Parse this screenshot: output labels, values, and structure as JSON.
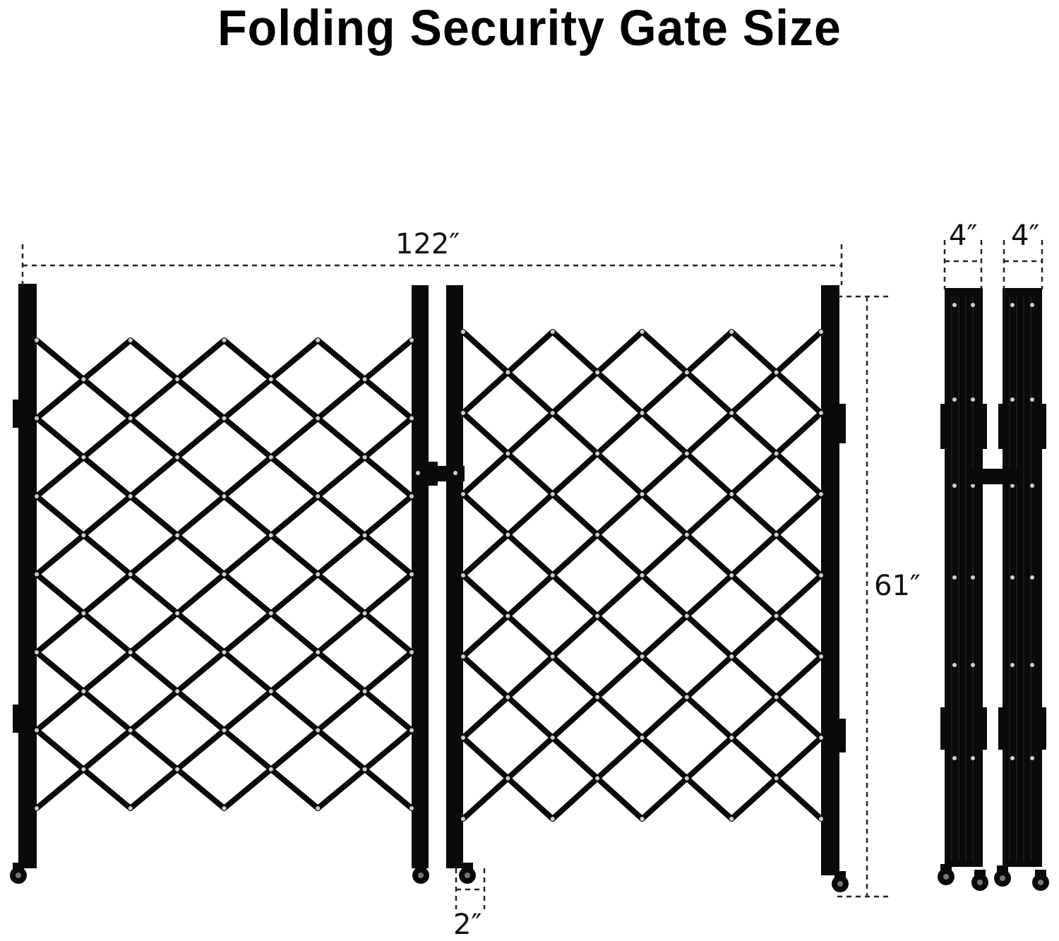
{
  "title": "Folding Security Gate Size",
  "dimensions": {
    "width": "122″",
    "height": "61″",
    "folded_depth_left": "4″",
    "folded_depth_right": "4″",
    "caster_offset": "2″"
  },
  "colors": {
    "frame": "#0a0a0a",
    "dash": "#222222",
    "rivet": "#cfcfcf"
  }
}
